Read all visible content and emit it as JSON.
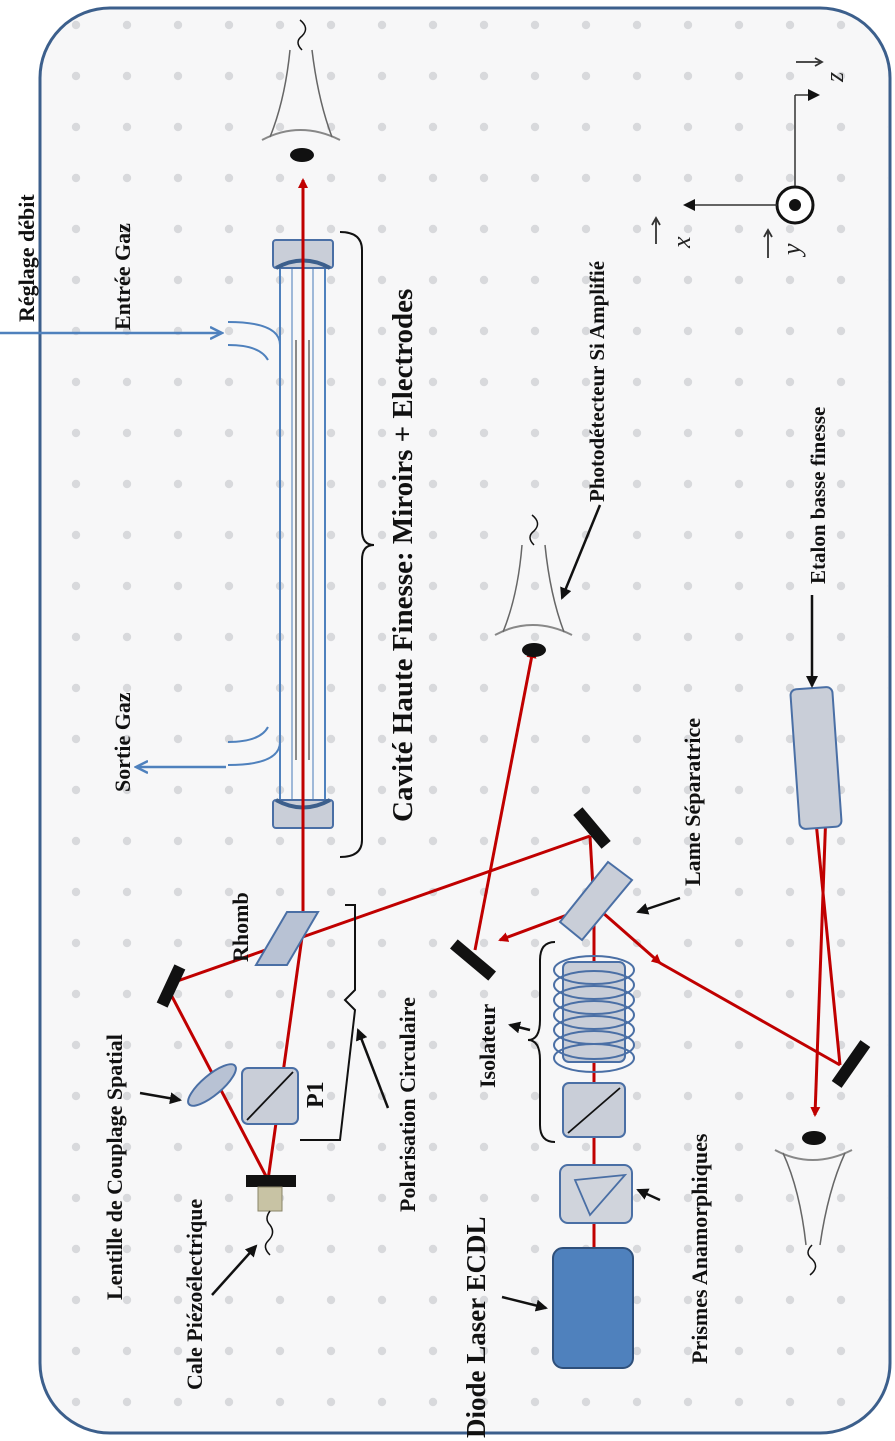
{
  "labels": {
    "reglage_debit": "Réglage débit",
    "entree_gaz": "Entrée Gaz",
    "sortie_gaz": "Sortie Gaz",
    "cavite": "Cavité Haute Finesse: Miroirs + Electrodes",
    "photodetecteur": "Photodétecteur Si Amplifié",
    "lame": "Lame Séparatrice",
    "etalon": "Etalon basse finesse",
    "rhomb": "Rhomb",
    "p1": "P1",
    "polarisation": "Polarisation Circulaire",
    "lentille": "Lentille de Couplage Spatial",
    "isolateur": "Isolateur",
    "prismes": "Prismes Anamorphiques",
    "cale": "Cale Piézoélectrique",
    "diode": "Diode Laser ECDL"
  },
  "axes": {
    "x": "x",
    "y": "y",
    "z": "z"
  },
  "colors": {
    "beam": "#c00000",
    "optics_outline": "#4a6fa5",
    "optics_fill": "#c9ced8",
    "gas": "#4f81bd",
    "laser": "#4f81bd",
    "board": "#f7f7f8",
    "board_border": "#3c5f8c"
  }
}
